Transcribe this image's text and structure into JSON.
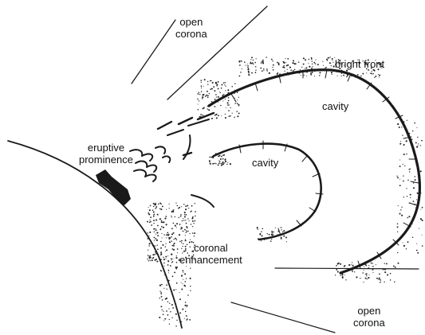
{
  "labels": {
    "open_corona_top_1": "open",
    "open_corona_top_2": "corona",
    "bright_front": "bright front",
    "cavity_outer": "cavity",
    "cavity_inner": "cavity",
    "eruptive_1": "eruptive",
    "eruptive_2": "prominence",
    "coronal_1": "coronal",
    "coronal_2": "enhancement",
    "open_corona_bottom_1": "open",
    "open_corona_bottom_2": "corona"
  },
  "colors": {
    "ink": "#1a1a1a",
    "background": "#ffffff"
  }
}
